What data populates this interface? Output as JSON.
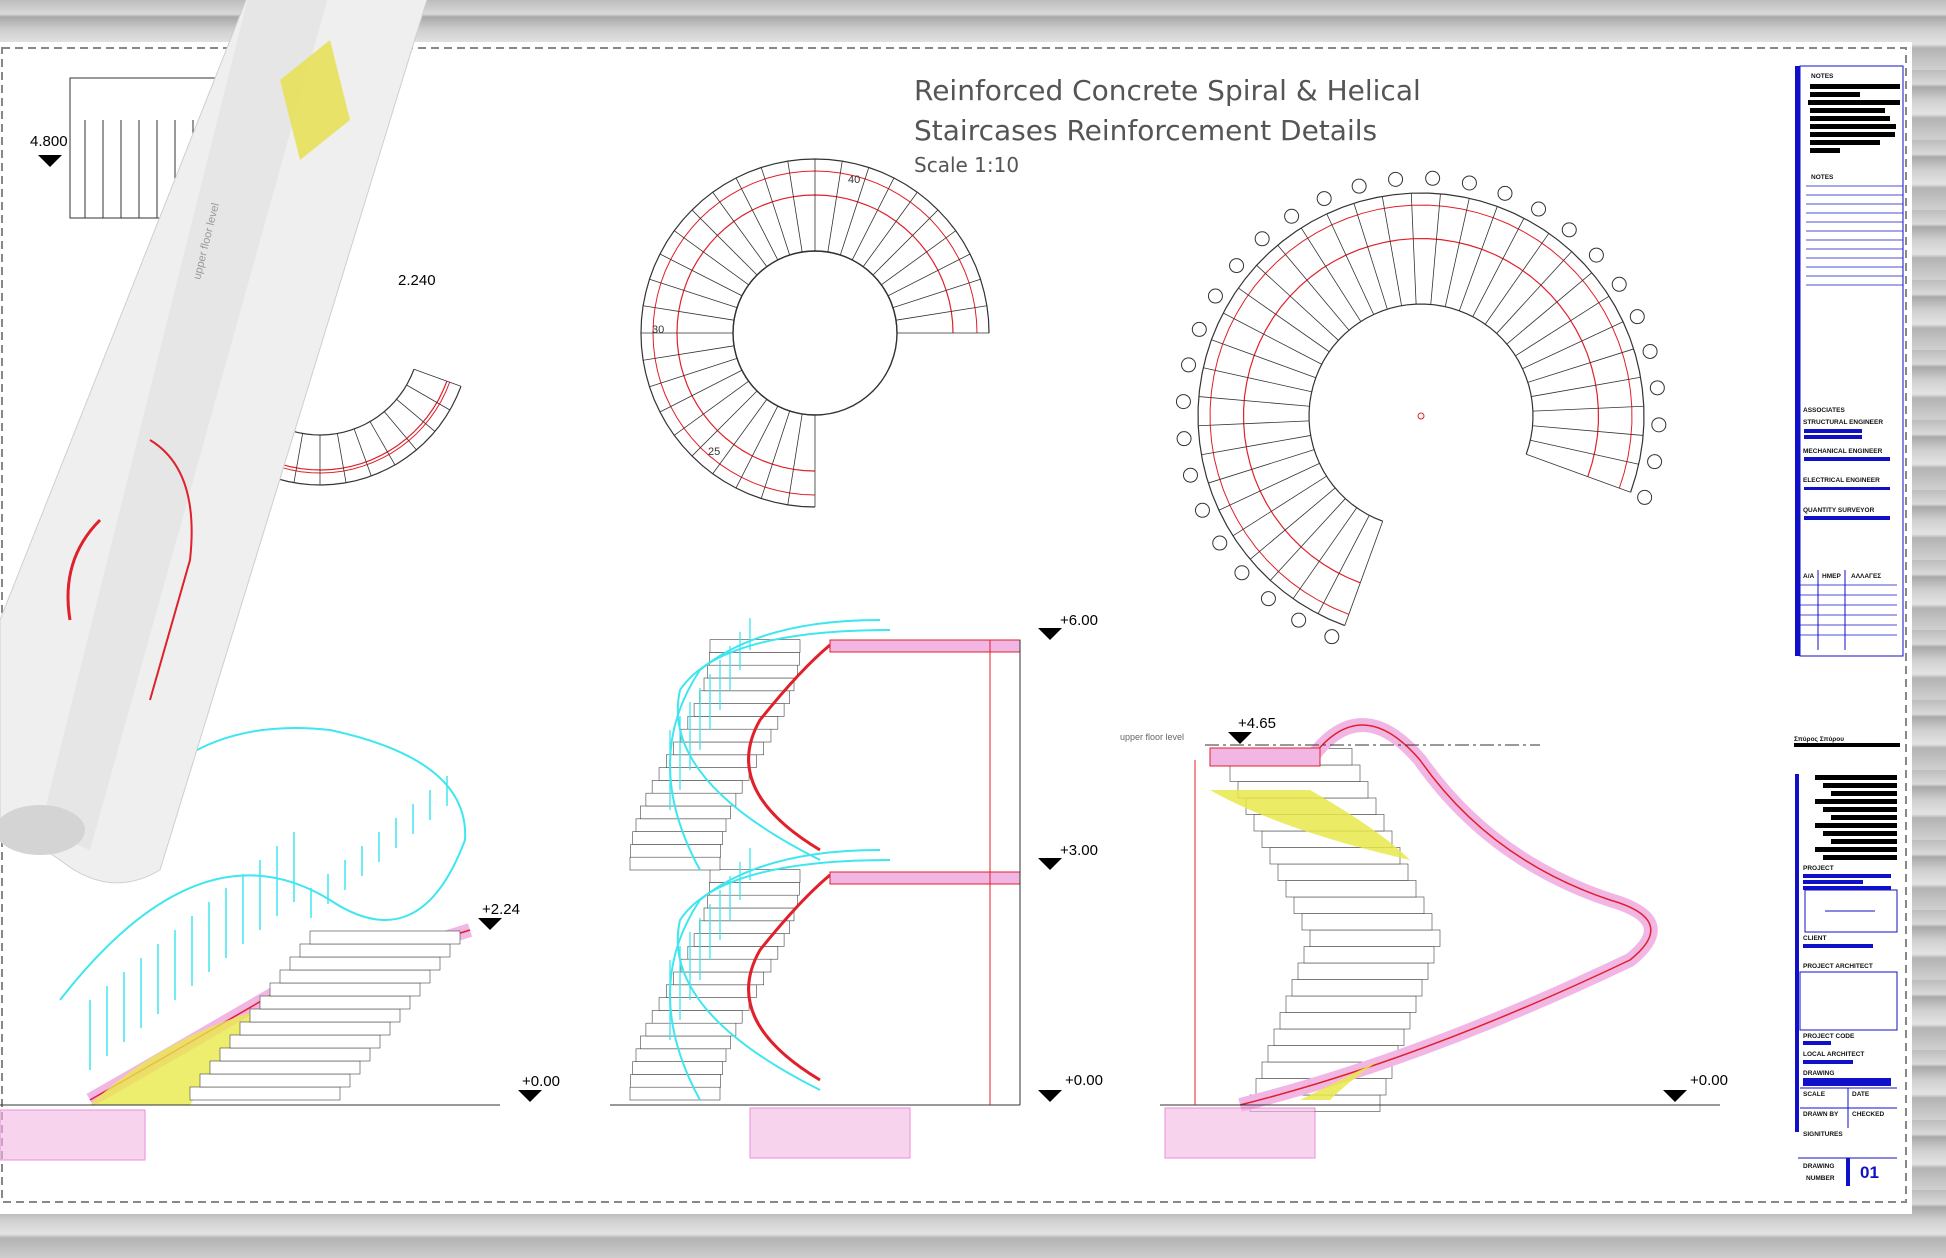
{
  "title": {
    "line1": "Reinforced Concrete Spiral & Helical",
    "line2": "Staircases Reinforcement Details",
    "scale": "Scale 1:10"
  },
  "levels": {
    "left_top": "4.800",
    "left_plan": "2.240",
    "left_elev_top": "+2.24",
    "left_elev_base": "+0.00",
    "mid_top": "+6.00",
    "mid_middle": "+3.00",
    "mid_base": "+0.00",
    "right_top": "+4.65",
    "right_base": "+0.00"
  },
  "step_numbers": {
    "a": "40",
    "b": "30",
    "c": "25"
  },
  "annotations": {
    "upper_floor_level": "upper floor level",
    "roll_label": "upper floor level"
  },
  "title_block": {
    "notes1": "NOTES",
    "notes2": "NOTES",
    "associates": "ASSOCIATES",
    "structural": "STRUCTURAL ENGINEER",
    "mechanical": "MECHANICAL ENGINEER",
    "electrical": "ELECTRICAL ENGINEER",
    "surveyor": "QUANTITY SURVEYOR",
    "rev_cols": [
      "Α/Α",
      "ΗΜΕΡ",
      "ΑΛΛΑΓΕΣ"
    ],
    "owner": "Σπύρος Σπύρου",
    "project": "PROJECT",
    "client": "CLIENT",
    "project_architect": "PROJECT ARCHITECT",
    "project_code": "PROJECT CODE",
    "local_architect": "LOCAL ARCHITECT",
    "drawing": "DRAWING",
    "scale": "SCALE",
    "date": "DATE",
    "drawn_by": "DRAWN BY",
    "checked": "CHECKED",
    "signatures": "SIGNITURES",
    "drawing_number_l1": "DRAWING",
    "drawing_number_l2": "NUMBER",
    "drawing_number": "01"
  },
  "colors": {
    "rebar": "#e0202a",
    "railing": "#3fe6f0",
    "titleblock": "#1010c8",
    "concrete": "#f2b6e4",
    "soil": "#e8e84a"
  }
}
